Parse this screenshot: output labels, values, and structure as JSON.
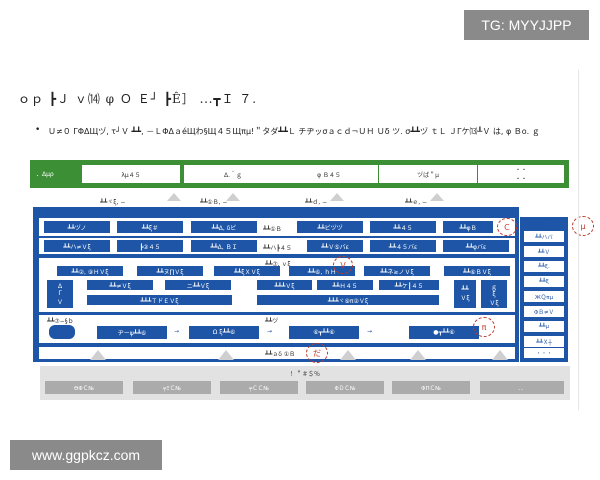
{
  "watermark_top": "TG: MYYJJPP",
  "watermark_bottom": "www.ggpkcz.com",
  "heading": "ｏｐ ┣Ｊ ｖ⒁ φ Ｏ Ｅ┘ ┣Ê］ ⋯┳Ｉ ７.",
  "bullet": "Ｕ≠０ ΓΦΔЩヅ, τ┘Ｖ ┻┻, －ＬΦΔａéЩわ§Щ４５Щπμ!＂タダ┻┻Ｌ チヂッσａｃｄ¬ＵＨ Ｕδ ツ. σ┻┻ヅ ｔＬ ＪΓケ⒀┸Ｖ は, φ Ｂο. ｇ",
  "green": {
    "label": "．Δμρ",
    "boxes": [
      "λμ４５",
      "Δ.＾ｇ",
      "φ Ｂ４５",
      "ヅば＂μ",
      "・・\n・・"
    ],
    "arrow_labels": [
      "┻┻ヾξ, −",
      "┻┻①Ｂ, −",
      "┻┻ｄ, −",
      "┻┻ｅ, −"
    ]
  },
  "blue": {
    "row1": [
      "┻┻ヅノ",
      "┻┻ξ＃",
      "┻┻Δ, δビ",
      "┻┻ビヅヅ",
      "┻┻４５",
      "┻┻φＢ"
    ],
    "row1_label": "┻┻①Ｂ",
    "row2": [
      "┻┻ハ≠Ｖξ",
      "┣②４５",
      "┻┻Δ, ＢＩ",
      "┻┻ハ┣４５",
      "┻┻Ｖ⑤バε",
      "┻┻４５バε",
      "┻┻φバε"
    ],
    "row3_label": "┻┻⑦, ｖξ",
    "row3": [
      "┻┻②, ⑨ＨＶξ",
      "┻┻ヌ∏Ｖξ",
      "┻┻ξＸＶξ",
      "┻┻⑥, ｈＨ",
      "┻┻ネ≥ノＶξ",
      "┻┻⑥ＢＶξ"
    ],
    "row3_mid": [
      "┻┻≠Ｖξ",
      "ニ┻┻Ｖξ",
      "┻┻┻Ｖξ",
      "┻┻Ｈ４５",
      "┻┻ケ┃４５",
      "┻┻φ Ｖξ"
    ],
    "row3_left": "Δ\nΓ\nＶ",
    "row3_right": "┻┻\nＶξ",
    "row3_right2": "ｇ\nξ\nＶξ",
    "row3_long": [
      "┻┻┻ＴドＥＶξ",
      "┻┻┻ヾ⑨π②Ｖξ"
    ],
    "row4_label": "┻┻⑦−§ｂ",
    "row4_label2": "┻┻ヅ",
    "row4": [
      "ヂーψ┻┻⑥",
      "Ω ξ┻┻⑥",
      "⑥┳┻┻⑥",
      "●┳┻┻⑥"
    ],
    "bottom_label": "┻┻ａδ ①Ｂ"
  },
  "circles": [
    "Ｃ",
    "μ",
    "Ｖ",
    "π",
    "だ"
  ],
  "side": {
    "title": "┻┻πμＶξ",
    "items": [
      "┻┻ハバ",
      "┻┻Ｖ",
      "┻┻ξ.",
      "┻┻ξ",
      "ЖＱπμ",
      "ΦＢ≠Ｖ",
      "┻┻μ",
      "┻┻Ｘ┼",
      "・・・"
    ]
  },
  "grey": {
    "title": "！＂＃＄％",
    "boxes": [
      "ΘΦＣ№",
      "┯ΞＣ№",
      "┯ＣＣ№",
      "ΦＤＣ№",
      "ΦΠＣ№",
      "．．"
    ]
  }
}
